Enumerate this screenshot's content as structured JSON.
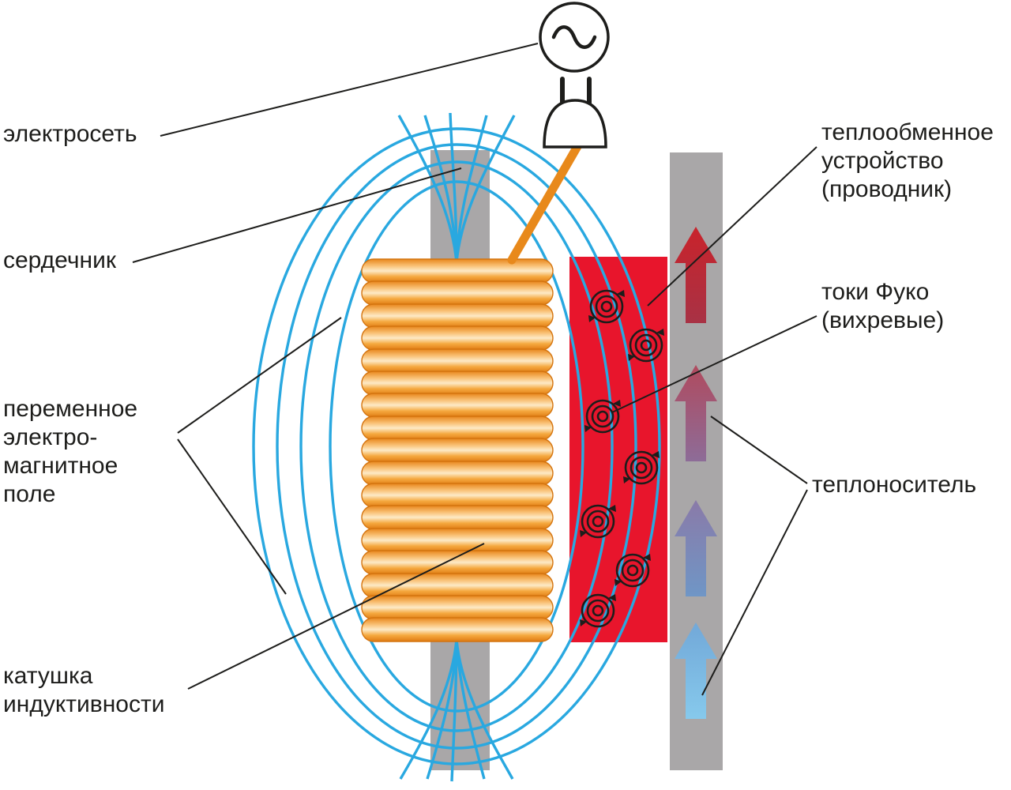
{
  "diagram": {
    "subject": "induction-heating-schematic",
    "labels": {
      "power_grid": "электросеть",
      "core": "сердечник",
      "field": "переменное\nэлектро-\nмагнитное\nполе",
      "coil": "катушка\nиндуктивности",
      "heat_exchanger": "теплообменное\nустройство\n(проводник)",
      "eddy_currents": "токи Фуко\n(вихревые)",
      "heat_carrier": "теплоноситель"
    },
    "icons": {
      "ac_source": "ac-source-icon",
      "plug": "plug-icon",
      "eddy_symbol": "eddy-current-icon",
      "heat_arrows": "upward-heat-arrow-icon"
    },
    "colors": {
      "field_line_blue": "#29a8e0",
      "coil_orange": "#f09222",
      "coil_highlight": "#fdeac6",
      "conductor_red": "#e8152c",
      "core_gray": "#a9a7a8",
      "cable_orange": "#e8891b",
      "text_black": "#1d1d1b",
      "arrow_hot": "#c9232b",
      "arrow_warm": "#a85570",
      "arrow_cool": "#7f85b4",
      "arrow_cold": "#79b9e4"
    }
  }
}
